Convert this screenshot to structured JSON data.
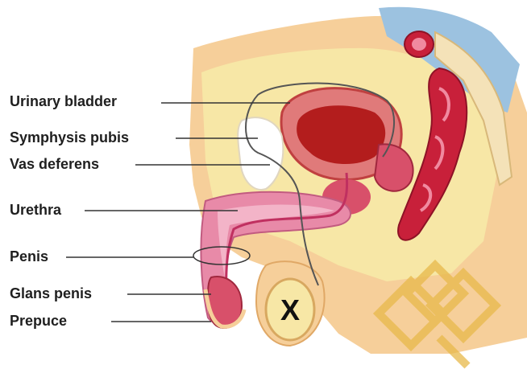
{
  "labels": {
    "urinary_bladder": "Urinary bladder",
    "symphysis_pubis": "Symphysis pubis",
    "vas_deferens": "Vas deferens",
    "urethra": "Urethra",
    "penis": "Penis",
    "glans_penis": "Glans penis",
    "prepuce": "Prepuce"
  },
  "testis_marker": "X",
  "colors": {
    "skin": "#f6cf9a",
    "fat": "#f7e7a6",
    "muscle": "#c8203a",
    "pink_tissue": "#e88aa8",
    "bladder_wall": "#e07a7a",
    "bladder_lumen": "#b31d1d",
    "spine_blue": "#9cc2e0",
    "leader_line": "#333333",
    "watermark": "#e8b94a"
  }
}
